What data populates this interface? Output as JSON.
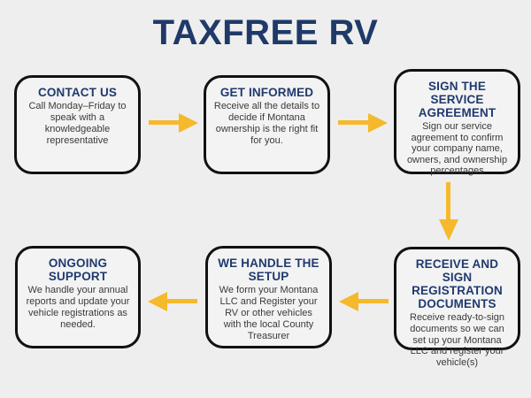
{
  "page": {
    "title": "TAXFREE RV",
    "background_color": "#eeeeee",
    "title_color": "#1f3a68",
    "heading_color": "#1f3a6e",
    "body_text_color": "#3a3a3a",
    "box_border_color": "#111111",
    "box_fill_color": "#f3f3f3",
    "arrow_color": "#f5b92b"
  },
  "flow": {
    "steps": [
      {
        "id": "contact-us",
        "heading": "CONTACT US",
        "body": "Call Monday–Friday to speak with a knowledgeable representative"
      },
      {
        "id": "get-informed",
        "heading": "GET INFORMED",
        "body": "Receive all the details to decide if Montana ownership is the right fit for you."
      },
      {
        "id": "sign-agreement",
        "heading": "SIGN THE SERVICE AGREEMENT",
        "body": "Sign our service agreement to confirm your company name, owners, and ownership percentages"
      },
      {
        "id": "receive-documents",
        "heading": "RECEIVE AND SIGN REGISTRATION DOCUMENTS",
        "body": "Receive ready-to-sign documents so we can set up your Montana LLC and register your vehicle(s)"
      },
      {
        "id": "handle-setup",
        "heading": "WE HANDLE THE SETUP",
        "body": "We form your Montana LLC and Register your RV or other vehicles with the local County Treasurer"
      },
      {
        "id": "ongoing-support",
        "heading": "ONGOING SUPPORT",
        "body": "We handle your annual reports and update your vehicle registrations as needed."
      }
    ],
    "connectors": [
      {
        "id": "contact-us-to-get-informed",
        "direction": "right"
      },
      {
        "id": "get-informed-to-sign-agreement",
        "direction": "right"
      },
      {
        "id": "sign-agreement-to-receive-documents",
        "direction": "down"
      },
      {
        "id": "receive-documents-to-handle-setup",
        "direction": "left"
      },
      {
        "id": "handle-setup-to-ongoing-support",
        "direction": "left"
      }
    ]
  }
}
